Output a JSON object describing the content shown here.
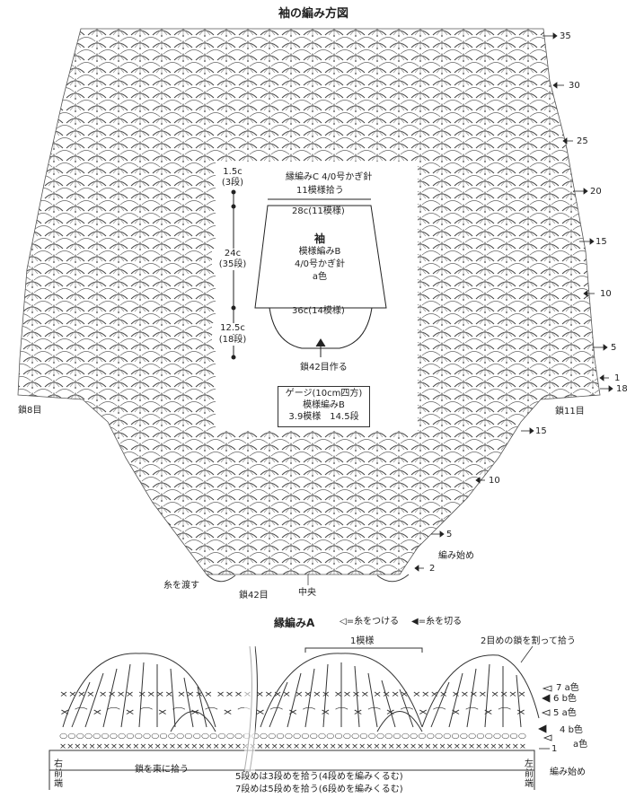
{
  "main_title": "袖の編み方図",
  "sleeve_chart": {
    "right_rows": [
      "35",
      "30",
      "25",
      "20",
      "15",
      "10",
      "5",
      "1",
      "18"
    ],
    "bottom_right_rows": [
      "15",
      "10",
      "5",
      "2"
    ],
    "label_chain8": "鎖8目",
    "label_chain11": "鎖11目",
    "label_start": "編み始め",
    "label_pass_yarn": "糸を渡す",
    "label_chain42_bottom": "鎖42目",
    "label_center": "中央"
  },
  "schematic": {
    "edge_label": "縁編みC 4/0号かぎ針",
    "pickup_label": "11模様拾う",
    "top_width": "28c(11模様)",
    "name": "袖",
    "pattern": "模様編みB",
    "needle": "4/0号かぎ針",
    "color": "a色",
    "bottom_width": "36c(14模様)",
    "cast_on": "鎖42目作る",
    "dims": [
      {
        "cm": "1.5c",
        "rows": "(3段)"
      },
      {
        "cm": "24c",
        "rows": "(35段)"
      },
      {
        "cm": "12.5c",
        "rows": "(18段)"
      }
    ]
  },
  "gauge": {
    "line1": "ゲージ(10cm四方)",
    "line2": "模様編みB",
    "line3": "3.9模様　14.5段"
  },
  "edge_a": {
    "title": "縁編みA",
    "legend_attach": "◁=糸をつける",
    "legend_cut": "◀=糸を切る",
    "repeat": "1模様",
    "split_chain": "2目めの鎖を割って拾う",
    "rows": [
      {
        "num": "7",
        "color": "a色"
      },
      {
        "num": "6",
        "color": "b色"
      },
      {
        "num": "5",
        "color": "a色"
      },
      {
        "num": "4",
        "color": "b色"
      },
      {
        "num": "1",
        "color": "a色"
      }
    ],
    "row1_index": "1",
    "right_front": "右前端",
    "left_front": "左前端",
    "bundle_pickup": "鎖を束に拾う",
    "start": "編み始め",
    "note1": "5段めは3段めを拾う(4段めを編みくるむ)",
    "note2": "7段めは5段めを拾う(6段めを編みくるむ)"
  }
}
